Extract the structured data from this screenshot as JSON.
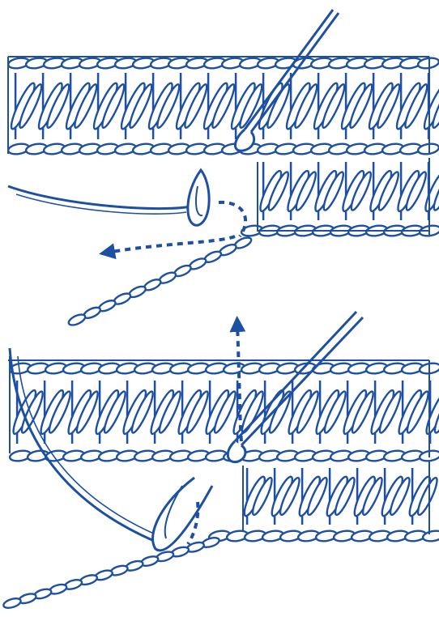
{
  "diagram": {
    "ink_color": "#1d4fa3",
    "paper_color": "#ffffff",
    "panels": [
      {
        "name": "step-1",
        "arrow_direction": "left",
        "arrow_style": "dashed"
      },
      {
        "name": "step-2",
        "arrow_direction": "up",
        "arrow_style": "dashed"
      }
    ]
  }
}
